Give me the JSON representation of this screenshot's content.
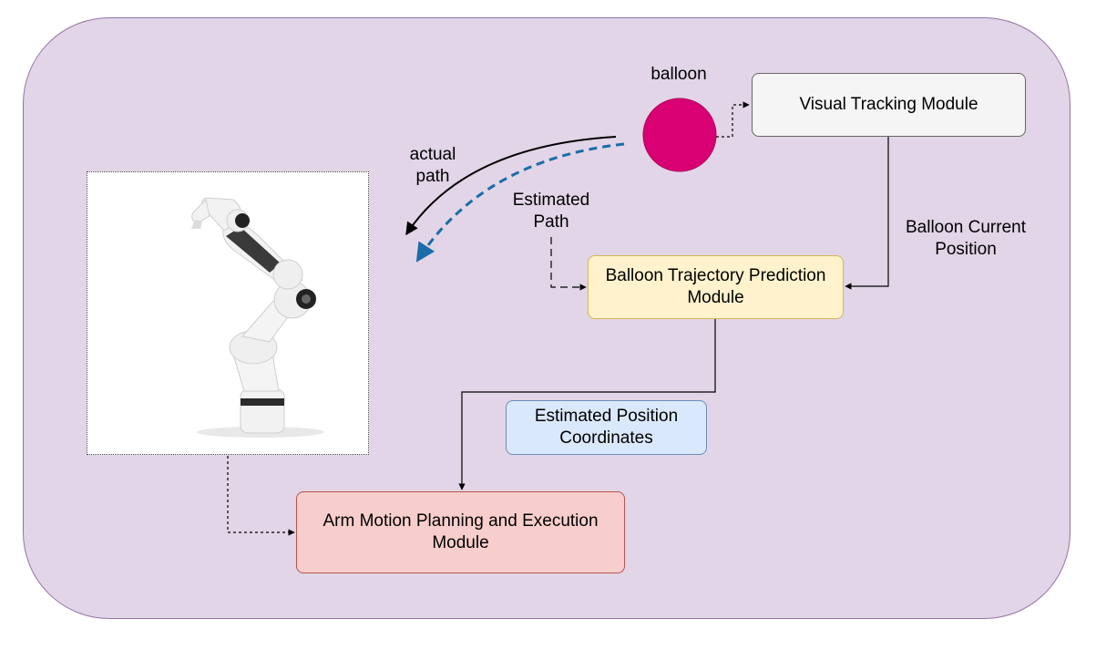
{
  "nodes": {
    "balloon_label": "balloon",
    "visual_tracking": "Visual Tracking Module",
    "trajectory_prediction": "Balloon Trajectory Prediction Module",
    "arm_motion": "Arm Motion Planning and Execution Module",
    "estimated_position": "Estimated Position Coordinates"
  },
  "edge_labels": {
    "balloon_current_position": "Balloon Current Position",
    "actual_path": "actual path",
    "estimated_path": "Estimated Path"
  },
  "colors": {
    "background": "#e1d5e7",
    "balloon": "#d80073",
    "estimated_path_arrow": "#1b6ca8",
    "trajectory_box": "#fff2cc",
    "arm_box": "#f8cecc",
    "estimate_box": "#dae8fc",
    "tracking_box": "#f5f5f5"
  },
  "icons": {
    "robot_arm": "robot-arm-image"
  }
}
